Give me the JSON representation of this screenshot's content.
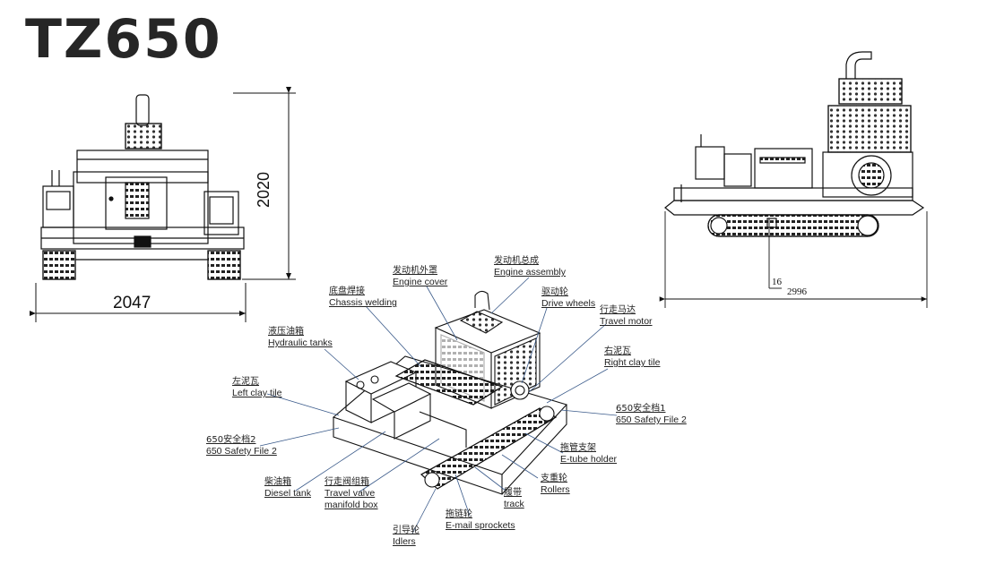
{
  "title": "TZ650",
  "dimensions": {
    "height": "2020",
    "width": "2047",
    "length": "2996",
    "clearance": "16"
  },
  "labels": {
    "engine_cover": {
      "zh": "发动机外罩",
      "en": "Engine cover"
    },
    "engine_assembly": {
      "zh": "发动机总成",
      "en": "Engine assembly"
    },
    "chassis_welding": {
      "zh": "底盘焊接",
      "en": "Chassis welding"
    },
    "drive_wheels": {
      "zh": "驱动轮",
      "en": "Drive wheels"
    },
    "travel_motor": {
      "zh": "行走马达",
      "en": "Travel motor"
    },
    "hydraulic_tanks": {
      "zh": "液压油箱",
      "en": "Hydraulic tanks"
    },
    "right_clay_tile": {
      "zh": "右泥瓦",
      "en": "Right clay tile"
    },
    "left_clay_tile": {
      "zh": "左泥瓦",
      "en": "Left clay tile"
    },
    "safety_file_1": {
      "zh": "650安全档1",
      "en": "650 Safety File 2"
    },
    "safety_file_2": {
      "zh": "650安全档2",
      "en": "650 Safety File 2"
    },
    "etube_holder": {
      "zh": "拖管支架",
      "en": "E-tube holder"
    },
    "diesel_tank": {
      "zh": "柴油箱",
      "en": "Diesel tank"
    },
    "travel_valve": {
      "zh": "行走阀组箱",
      "en": "Travel valve",
      "en2": "manifold box"
    },
    "rollers": {
      "zh": "支重轮",
      "en": "Rollers"
    },
    "track": {
      "zh": "履带",
      "en": "track"
    },
    "email_sprockets": {
      "zh": "拖链轮",
      "en": "E-mail sprockets"
    },
    "idlers": {
      "zh": "引导轮",
      "en": "Idlers"
    }
  }
}
